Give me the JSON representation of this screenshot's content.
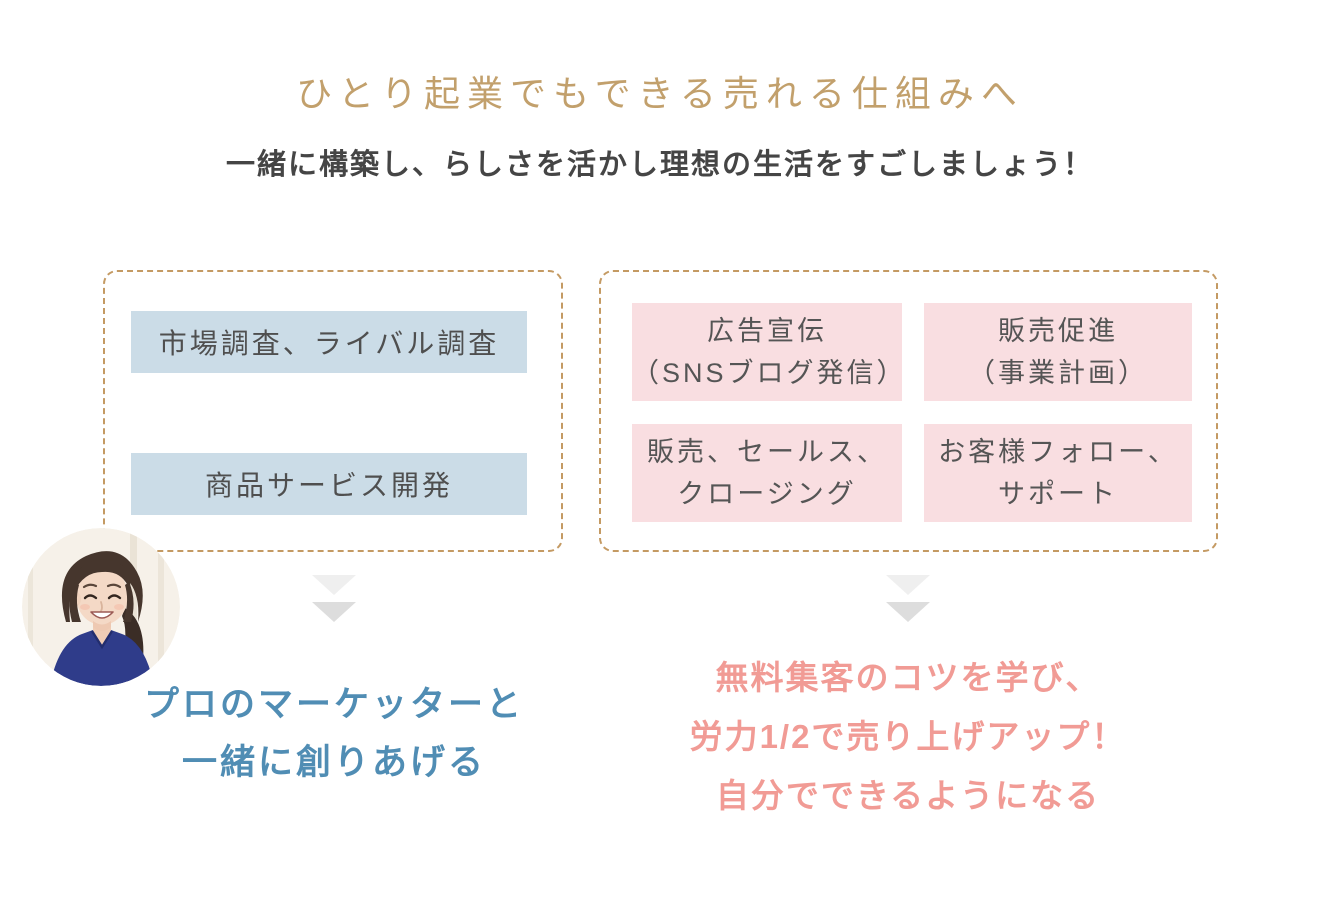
{
  "header": {
    "title": "ひとり起業でもできる売れる仕組みへ",
    "subtitle": "一緒に構築し、らしさを活かし理想の生活をすごしましょう！"
  },
  "left_panel": {
    "items": [
      {
        "label": "市場調査、ライバル調査"
      },
      {
        "label": "商品サービス開発"
      }
    ],
    "result": {
      "lines": [
        "プロのマーケッターと",
        "一緒に創りあげる"
      ]
    },
    "avatar_description": "smiling woman with dark hair in navy top, circular portrait photo"
  },
  "right_panel": {
    "items": [
      {
        "line1": "広告宣伝",
        "line2": "（SNSブログ発信）"
      },
      {
        "line1": "販売促進",
        "line2": "（事業計画）"
      },
      {
        "line1": "販売、セールス、",
        "line2": "クロージング"
      },
      {
        "line1": "お客様フォロー、",
        "line2": "サポート"
      }
    ],
    "result": {
      "lines": [
        "無料集客のコツを学び、",
        "労力1/2で売り上げアップ！",
        "自分でできるようになる"
      ]
    }
  },
  "icons": {
    "down_arrow": "double-chevron-down"
  },
  "colors": {
    "title_gold": "#c2a06c",
    "subtitle_text": "#454545",
    "dashed_border": "#c49a63",
    "blue_item_bg": "#cbdce7",
    "pink_item_bg": "#f9dee1",
    "item_text": "#555555",
    "result_blue": "#508db4",
    "result_pink": "#f19b95",
    "arrow_light": "#efefef",
    "arrow_dark": "#dddddd",
    "background": "#ffffff"
  }
}
